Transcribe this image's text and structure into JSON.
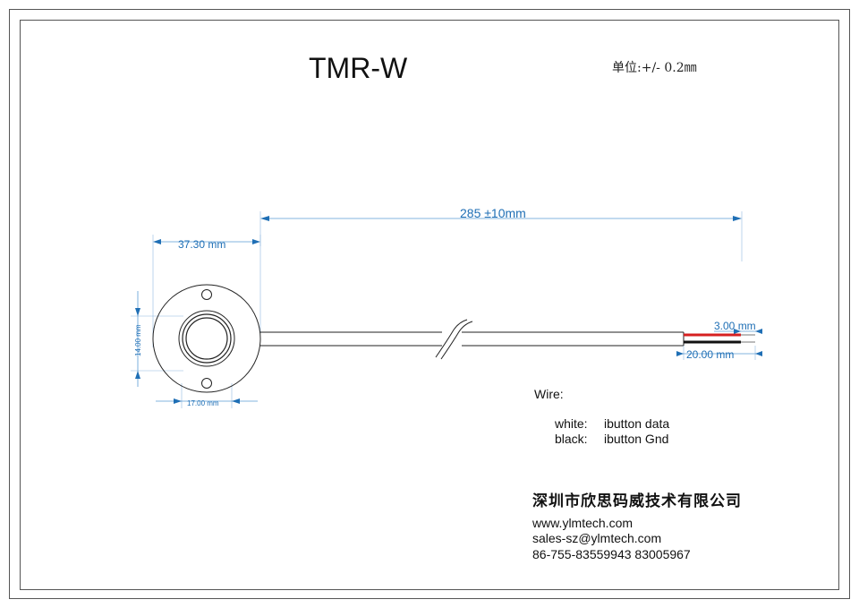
{
  "title": "TMR-W",
  "unit_note": "单位:+/- 0.2㎜",
  "dimensions": {
    "cable_length": "285 ±10mm",
    "flange_diameter": "37.30 mm",
    "inner_height": "14.00 mm",
    "hole_spacing": "17.00 mm",
    "strip_length": "3.00 mm",
    "jacket_strip": "20.00 mm"
  },
  "wire": {
    "heading": "Wire:",
    "rows": [
      {
        "color": "white:",
        "function": "ibutton data"
      },
      {
        "color": "black:",
        "function": "ibutton Gnd"
      }
    ]
  },
  "company": {
    "name": "深圳市欣思码威技术有限公司",
    "website": "www.ylmtech.com",
    "email": "sales-sz@ylmtech.com",
    "phone": "86-755-83559943 83005967"
  },
  "colors": {
    "dimension": "#1f6fb5",
    "wire_red": "#d62020",
    "wire_black": "#111111"
  }
}
